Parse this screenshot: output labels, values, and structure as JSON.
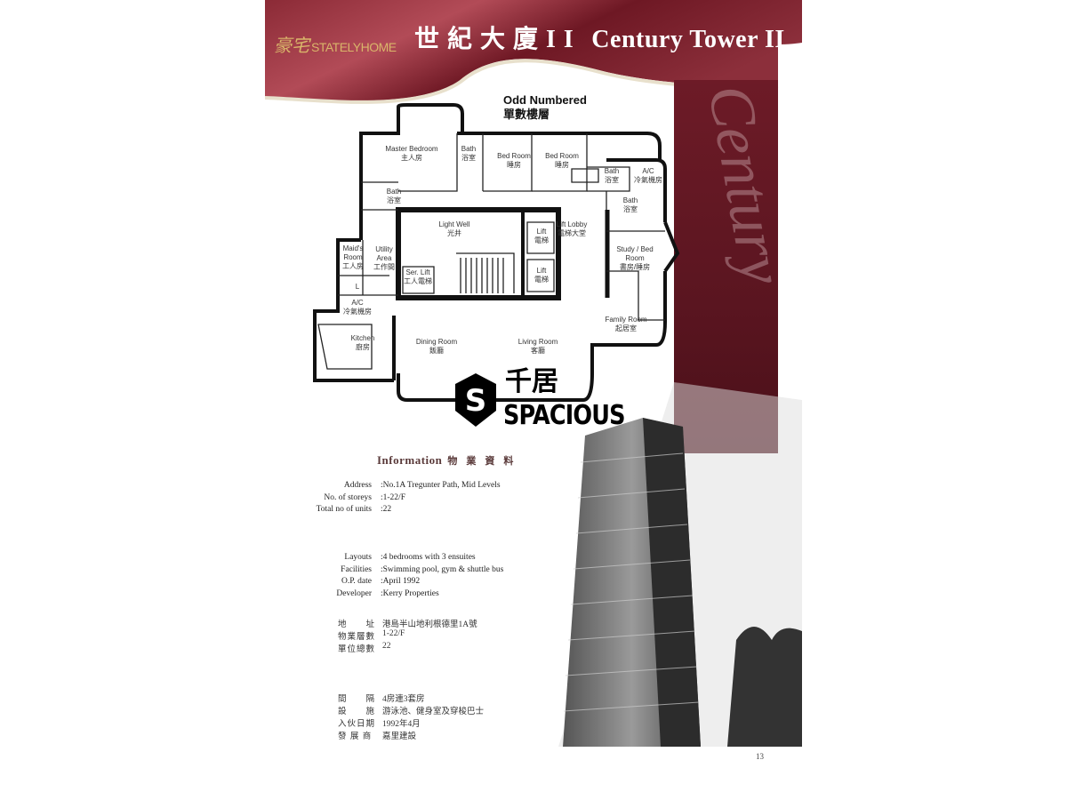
{
  "header": {
    "logo_script": "豪宅",
    "logo_brand": "STATELYHOME",
    "title_cn": "世紀大廈II",
    "title_en": "Century Tower II",
    "sidebar_script": "Century"
  },
  "floorplan": {
    "heading_en": "Odd Numbered",
    "heading_cn": "單數樓層",
    "rooms": [
      {
        "en": "Master Bedroom",
        "cn": "主人房"
      },
      {
        "en": "Bath",
        "cn": "浴室"
      },
      {
        "en": "Bed Room",
        "cn": "睡房"
      },
      {
        "en": "Bed Room",
        "cn": "睡房"
      },
      {
        "en": "Bath",
        "cn": "浴室"
      },
      {
        "en": "A/C",
        "cn": "冷氣機房"
      },
      {
        "en": "Bath",
        "cn": "浴室"
      },
      {
        "en": "Bath",
        "cn": "浴室"
      },
      {
        "en": "Light Well",
        "cn": "光井"
      },
      {
        "en": "Lift",
        "cn": "電梯"
      },
      {
        "en": "Lift Lobby",
        "cn": "電梯大堂"
      },
      {
        "en": "Lift",
        "cn": "電梯"
      },
      {
        "en": "Study / Bed Room",
        "cn": "書房/睡房"
      },
      {
        "en": "Maid's Room",
        "cn": "工人房"
      },
      {
        "en": "Utility Area",
        "cn": "工作間"
      },
      {
        "en": "Ser. Lift",
        "cn": "工人電梯"
      },
      {
        "en": "A/C",
        "cn": "冷氣機房"
      },
      {
        "en": "Kitchen",
        "cn": "廚房"
      },
      {
        "en": "Dining Room",
        "cn": "飯廳"
      },
      {
        "en": "Living Room",
        "cn": "客廳"
      },
      {
        "en": "Family Room",
        "cn": "起居室"
      },
      {
        "en": "L",
        "cn": ""
      }
    ]
  },
  "watermark": {
    "cn": "千居",
    "en": "SPACIOUS",
    "letter": "S"
  },
  "information": {
    "title_en": "Information",
    "title_cn": "物業資料",
    "en_rows": [
      {
        "label": "Address",
        "value": ":No.1A  Tregunter Path, Mid Levels"
      },
      {
        "label": "No. of storeys",
        "value": ":1-22/F"
      },
      {
        "label": "Total no of units",
        "value": ":22"
      },
      {
        "label": "Layouts",
        "value": ":4 bedrooms with 3 ensuites"
      },
      {
        "label": "Facilities",
        "value": ":Swimming pool, gym & shuttle bus"
      },
      {
        "label": "O.P. date",
        "value": ":April 1992"
      },
      {
        "label": "Developer",
        "value": ":Kerry Properties"
      }
    ],
    "cn_rows": [
      {
        "label": "地　　址",
        "value": "港島半山地利根德里1A號"
      },
      {
        "label": "物業層數",
        "value": "1-22/F"
      },
      {
        "label": "單位總數",
        "value": "22"
      },
      {
        "label": "間　　隔",
        "value": "4房連3套房"
      },
      {
        "label": "設　　施",
        "value": "游泳池、健身室及穿梭巴士"
      },
      {
        "label": "入伙日期",
        "value": "1992年4月"
      },
      {
        "label": "發 展 商",
        "value": "嘉里建設"
      }
    ]
  },
  "page_number": "13",
  "colors": {
    "banner": "#7a1e2c",
    "banner_light": "#b5505c",
    "logo_gold": "#d9b56a"
  }
}
